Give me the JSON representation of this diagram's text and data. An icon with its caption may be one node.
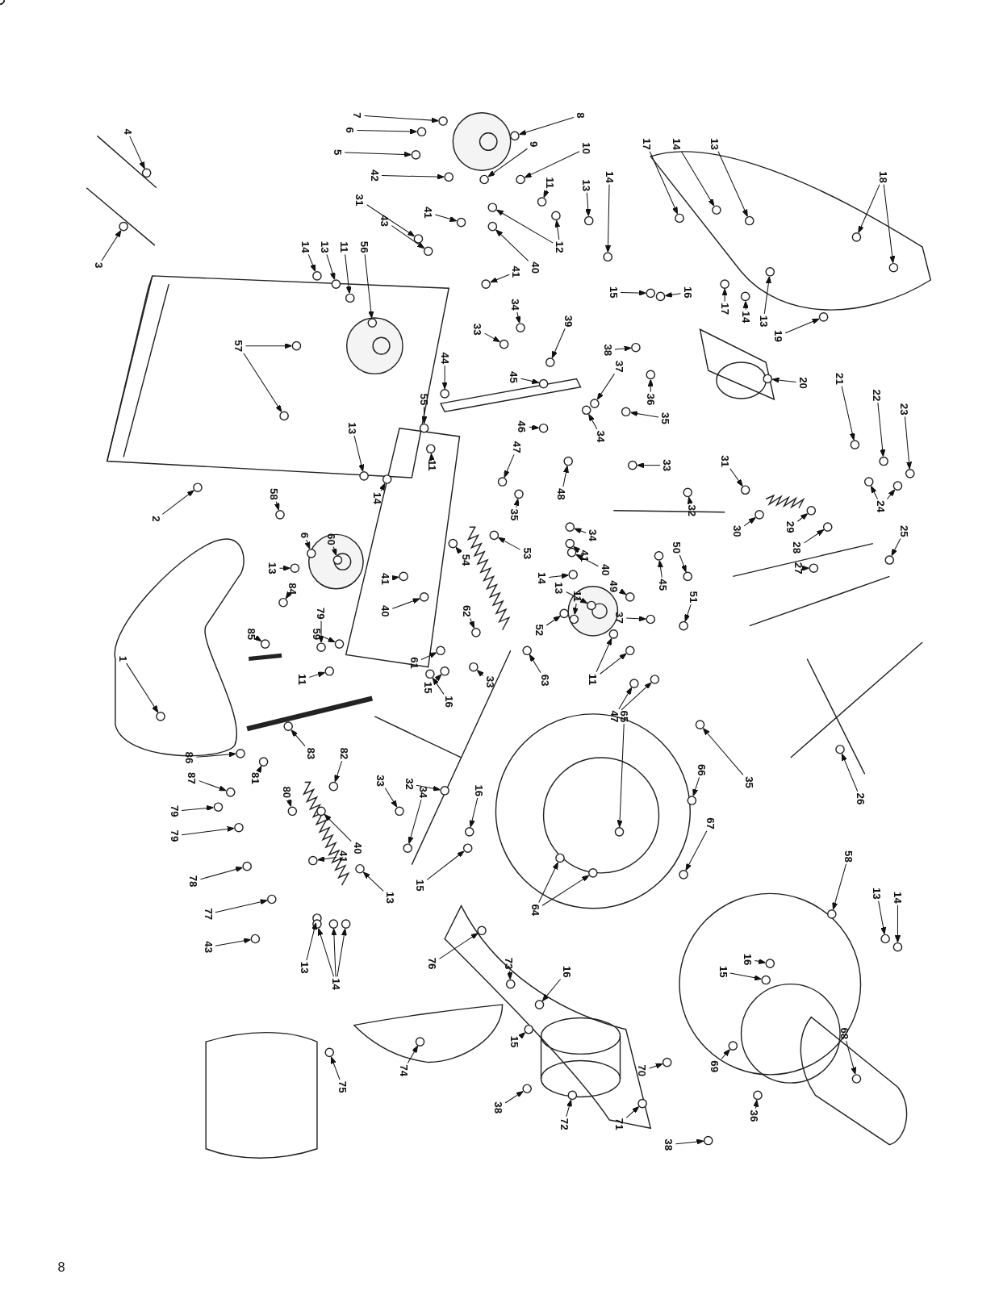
{
  "diagram": {
    "nodes": [
      {
        "text": [
          "1"
        ]
      },
      {
        "text": [
          "2"
        ]
      },
      {
        "text": [
          "3"
        ]
      },
      {
        "text": [
          "4"
        ]
      },
      {
        "text": [
          "5"
        ]
      },
      {
        "text": [
          "6"
        ]
      },
      {
        "text": [
          "7"
        ]
      },
      {
        "text": [
          "8"
        ]
      },
      {
        "text": [
          "9"
        ]
      },
      {
        "text": [
          "10"
        ]
      },
      {
        "text": [
          "11"
        ]
      },
      {
        "text": [
          "12"
        ]
      },
      {
        "text": [
          "13"
        ]
      },
      {
        "text": [
          "14"
        ]
      },
      {
        "text": [
          "17"
        ]
      },
      {
        "text": [
          "14"
        ]
      },
      {
        "text": [
          "13"
        ]
      },
      {
        "text": [
          "18"
        ]
      },
      {
        "text": [
          "31"
        ]
      },
      {
        "text": [
          "42"
        ]
      },
      {
        "text": [
          "43"
        ]
      },
      {
        "text": [
          "41"
        ]
      },
      {
        "text": [
          "41"
        ]
      },
      {
        "text": [
          "40"
        ]
      },
      {
        "text": [
          "14"
        ]
      },
      {
        "text": [
          "13"
        ]
      },
      {
        "text": [
          "11"
        ]
      },
      {
        "text": [
          "56"
        ]
      },
      {
        "text": [
          "57"
        ]
      },
      {
        "text": [
          "33"
        ]
      },
      {
        "text": [
          "34"
        ]
      },
      {
        "text": [
          "39"
        ]
      },
      {
        "text": [
          "38"
        ]
      },
      {
        "text": [
          "36"
        ]
      },
      {
        "text": [
          "35"
        ]
      },
      {
        "text": [
          "37"
        ]
      },
      {
        "text": [
          "45"
        ]
      },
      {
        "text": [
          "44"
        ]
      },
      {
        "text": [
          "46"
        ]
      },
      {
        "text": [
          "55"
        ]
      },
      {
        "text": [
          "11"
        ]
      },
      {
        "text": [
          "13"
        ]
      },
      {
        "text": [
          "14"
        ]
      },
      {
        "text": [
          "15"
        ]
      },
      {
        "text": [
          "16"
        ]
      },
      {
        "text": [
          "17"
        ]
      },
      {
        "text": [
          "14"
        ]
      },
      {
        "text": [
          "13"
        ]
      },
      {
        "text": [
          "19"
        ]
      },
      {
        "text": [
          "20"
        ]
      },
      {
        "text": [
          "21"
        ]
      },
      {
        "text": [
          "22"
        ]
      },
      {
        "text": [
          "23"
        ]
      },
      {
        "text": [
          "24"
        ]
      },
      {
        "text": [
          "25"
        ]
      },
      {
        "text": [
          "26"
        ]
      },
      {
        "text": [
          "33"
        ]
      },
      {
        "text": [
          "32"
        ]
      },
      {
        "text": [
          "31"
        ]
      },
      {
        "text": [
          "30"
        ]
      },
      {
        "text": [
          "29"
        ]
      },
      {
        "text": [
          "28"
        ]
      },
      {
        "text": [
          "27"
        ]
      },
      {
        "text": [
          "34"
        ]
      },
      {
        "text": [
          "47"
        ]
      },
      {
        "text": [
          "35"
        ]
      },
      {
        "text": [
          "53"
        ]
      },
      {
        "text": [
          "54"
        ]
      },
      {
        "text": [
          "48"
        ]
      },
      {
        "text": [
          "34"
        ]
      },
      {
        "text": [
          "41"
        ]
      },
      {
        "text": [
          "40"
        ]
      },
      {
        "text": [
          "49"
        ]
      },
      {
        "text": [
          "45"
        ]
      },
      {
        "text": [
          "50"
        ]
      },
      {
        "text": [
          "51"
        ]
      },
      {
        "text": [
          "37"
        ]
      },
      {
        "text": [
          "52"
        ]
      },
      {
        "text": [
          "11"
        ]
      },
      {
        "text": [
          "47"
        ]
      },
      {
        "text": [
          "35"
        ]
      },
      {
        "text": [
          "63"
        ]
      },
      {
        "text": [
          "62"
        ]
      },
      {
        "text": [
          "61"
        ]
      },
      {
        "text": [
          "15"
        ]
      },
      {
        "text": [
          "16"
        ]
      },
      {
        "text": [
          "33"
        ]
      },
      {
        "text": [
          "14"
        ]
      },
      {
        "text": [
          "13"
        ]
      },
      {
        "text": [
          "11"
        ]
      },
      {
        "text": [
          "40"
        ]
      },
      {
        "text": [
          "41"
        ]
      },
      {
        "text": [
          "6"
        ]
      },
      {
        "text": [
          "58"
        ]
      },
      {
        "text": [
          "60"
        ]
      },
      {
        "text": [
          "13"
        ]
      },
      {
        "text": [
          "59"
        ]
      },
      {
        "text": [
          "84"
        ]
      },
      {
        "text": [
          "79"
        ]
      },
      {
        "text": [
          "85"
        ]
      },
      {
        "text": [
          "11"
        ]
      },
      {
        "text": [
          "83"
        ]
      },
      {
        "text": [
          "82"
        ]
      },
      {
        "text": [
          "86"
        ]
      },
      {
        "text": [
          "87"
        ]
      },
      {
        "text": [
          "81"
        ]
      },
      {
        "text": [
          "80"
        ]
      },
      {
        "text": [
          "79"
        ]
      },
      {
        "text": [
          "79"
        ]
      },
      {
        "text": [
          "40"
        ]
      },
      {
        "text": [
          "41"
        ]
      },
      {
        "text": [
          "13"
        ]
      },
      {
        "text": [
          "78"
        ]
      },
      {
        "text": [
          "77"
        ]
      },
      {
        "text": [
          "43"
        ]
      },
      {
        "text": [
          "13"
        ]
      },
      {
        "text": [
          "14"
        ]
      },
      {
        "text": [
          "33"
        ]
      },
      {
        "text": [
          "32"
        ]
      },
      {
        "text": [
          "34"
        ]
      },
      {
        "text": [
          "16"
        ]
      },
      {
        "text": [
          "15"
        ]
      },
      {
        "text": [
          "76"
        ]
      },
      {
        "text": [
          "65"
        ]
      },
      {
        "text": [
          "66"
        ]
      },
      {
        "text": [
          "67"
        ]
      },
      {
        "text": [
          "64"
        ]
      },
      {
        "text": [
          "73"
        ]
      },
      {
        "text": [
          "16"
        ]
      },
      {
        "text": [
          "15"
        ]
      },
      {
        "text": [
          "74"
        ]
      },
      {
        "text": [
          "75"
        ]
      },
      {
        "text": [
          "38"
        ]
      },
      {
        "text": [
          "72"
        ]
      },
      {
        "text": [
          "71"
        ]
      },
      {
        "text": [
          "70"
        ]
      },
      {
        "text": [
          "69"
        ]
      },
      {
        "text": [
          "38"
        ]
      },
      {
        "text": [
          "36"
        ]
      },
      {
        "text": [
          "68"
        ]
      },
      {
        "text": [
          "15"
        ]
      },
      {
        "text": [
          "16"
        ]
      },
      {
        "text": [
          "58"
        ]
      },
      {
        "text": [
          "13"
        ]
      },
      {
        "text": [
          "14"
        ]
      },
      {
        "text": [],
        "shape": "circle"
      },
      {
        "text": [],
        "shape": "circle"
      },
      {
        "text": [],
        "shape": "circle"
      },
      {
        "text": [],
        "shape": "circle"
      },
      {
        "text": [],
        "shape": "circle"
      },
      {
        "text": [],
        "shape": "circle"
      },
      {
        "text": [],
        "shape": "circle"
      },
      {
        "text": [],
        "shape": "circle"
      },
      {
        "text": [],
        "shape": "circle"
      },
      {
        "text": [],
        "shape": "circle"
      },
      {
        "text": [],
        "shape": "circle"
      },
      {
        "text": [],
        "shape": "circle"
      },
      {
        "text": [],
        "shape": "circle"
      },
      {
        "text": [],
        "shape": "circle"
      },
      {
        "text": [],
        "shape": "circle"
      },
      {
        "text": [],
        "shape": "circle"
      },
      {
        "text": [],
        "shape": "circle"
      },
      {
        "text": [],
        "shape": "circle"
      },
      {
        "text": [],
        "shape": "circle"
      },
      {
        "text": [],
        "shape": "circle"
      },
      {
        "text": [],
        "shape": "circle"
      },
      {
        "text": [],
        "shape": "circle"
      },
      {
        "text": [],
        "shape": "circle"
      },
      {
        "text": [],
        "shape": "circle"
      },
      {
        "text": [],
        "shape": "circle"
      },
      {
        "text": [],
        "shape": "circle"
      },
      {
        "text": [],
        "shape": "circle"
      },
      {
        "text": [],
        "shape": "circle"
      },
      {
        "text": [],
        "shape": "circle"
      },
      {
        "text": [],
        "shape": "circle"
      },
      {
        "text": [],
        "shape": "circle"
      },
      {
        "text": [],
        "shape": "circle"
      },
      {
        "text": [],
        "shape": "circle"
      },
      {
        "text": [],
        "shape": "circle"
      },
      {
        "text": [],
        "shape": "circle"
      },
      {
        "text": [],
        "shape": "circle"
      },
      {
        "text": [],
        "shape": "circle"
      },
      {
        "text": [],
        "shape": "circle"
      },
      {
        "text": [],
        "shape": "circle"
      },
      {
        "text": [],
        "shape": "circle"
      },
      {
        "text": [],
        "shape": "circle"
      },
      {
        "text": [],
        "shape": "circle"
      },
      {
        "text": [],
        "shape": "circle"
      },
      {
        "text": [],
        "shape": "circle"
      },
      {
        "text": [],
        "shape": "circle"
      },
      {
        "text": [],
        "shape": "circle"
      },
      {
        "text": [],
        "shape": "circle"
      },
      {
        "text": [],
        "shape": "circle"
      },
      {
        "text": [],
        "shape": "circle"
      },
      {
        "text": [],
        "shape": "circle"
      },
      {
        "text": [],
        "shape": "circle"
      },
      {
        "text": [],
        "shape": "circle"
      },
      {
        "text": [],
        "shape": "circle"
      },
      {
        "text": [],
        "shape": "circle"
      },
      {
        "text": [],
        "shape": "circle"
      },
      {
        "text": [],
        "shape": "circle"
      },
      {
        "text": [],
        "shape": "circle"
      },
      {
        "text": [],
        "shape": "circle"
      },
      {
        "text": [],
        "shape": "circle"
      },
      {
        "text": [],
        "shape": "circle"
      },
      {
        "text": [],
        "shape": "circle"
      },
      {
        "text": [],
        "shape": "circle"
      },
      {
        "text": [],
        "shape": "circle"
      },
      {
        "text": [],
        "shape": "circle"
      },
      {
        "text": [],
        "shape": "circle"
      },
      {
        "text": [],
        "shape": "circle"
      },
      {
        "text": [],
        "shape": "circle"
      },
      {
        "text": [],
        "shape": "circle"
      },
      {
        "text": [],
        "shape": "circle"
      },
      {
        "text": [],
        "shape": "circle"
      },
      {
        "text": [],
        "shape": "circle"
      },
      {
        "text": [],
        "shape": "circle"
      },
      {
        "text": [],
        "shape": "circle"
      },
      {
        "text": [],
        "shape": "circle"
      },
      {
        "text": [],
        "shape": "circle"
      },
      {
        "text": [],
        "shape": "circle"
      },
      {
        "text": [],
        "shape": "circle"
      },
      {
        "text": [],
        "shape": "circle"
      },
      {
        "text": [],
        "shape": "circle"
      },
      {
        "text": [],
        "shape": "circle"
      },
      {
        "text": [],
        "shape": "circle"
      },
      {
        "text": [],
        "shape": "circle"
      },
      {
        "text": [],
        "shape": "circle"
      },
      {
        "text": [],
        "shape": "circle"
      },
      {
        "text": [],
        "shape": "circle"
      },
      {
        "text": [],
        "shape": "circle"
      },
      {
        "text": [],
        "shape": "circle"
      },
      {
        "text": [],
        "shape": "circle"
      },
      {
        "text": [],
        "shape": "circle"
      },
      {
        "text": [],
        "shape": "circle"
      },
      {
        "text": [],
        "shape": "circle"
      },
      {
        "text": [],
        "shape": "circle"
      },
      {
        "text": [],
        "shape": "circle"
      },
      {
        "text": [],
        "shape": "circle"
      },
      {
        "text": [],
        "shape": "circle"
      },
      {
        "text": [],
        "shape": "circle"
      },
      {
        "text": [],
        "shape": "circle"
      },
      {
        "text": [],
        "shape": "circle"
      },
      {
        "text": [],
        "shape": "circle"
      },
      {
        "text": [],
        "shape": "circle"
      },
      {
        "text": [],
        "shape": "circle"
      },
      {
        "text": [],
        "shape": "circle"
      },
      {
        "text": [],
        "shape": "circle"
      },
      {
        "text": [],
        "shape": "circle"
      },
      {
        "text": [],
        "shape": "circle"
      },
      {
        "text": [],
        "shape": "circle"
      },
      {
        "text": [],
        "shape": "circle"
      },
      {
        "text": [],
        "shape": "circle"
      },
      {
        "text": [],
        "shape": "circle"
      },
      {
        "text": [],
        "shape": "circle"
      },
      {
        "text": [],
        "shape": "circle"
      },
      {
        "text": [],
        "shape": "circle"
      },
      {
        "text": [],
        "shape": "circle"
      },
      {
        "text": [],
        "shape": "circle"
      },
      {
        "text": [],
        "shape": "circle"
      },
      {
        "text": [],
        "shape": "circle"
      },
      {
        "text": [],
        "shape": "circle"
      },
      {
        "text": [],
        "shape": "circle"
      },
      {
        "text": [],
        "shape": "circle"
      },
      {
        "text": [],
        "shape": "circle"
      },
      {
        "text": [],
        "shape": "circle"
      },
      {
        "text": [],
        "shape": "circle"
      },
      {
        "text": [],
        "shape": "circle"
      },
      {
        "text": [],
        "shape": "circle"
      },
      {
        "text": [],
        "shape": "circle"
      },
      {
        "text": [],
        "shape": "circle"
      },
      {
        "text": [],
        "shape": "circle"
      },
      {
        "text": [],
        "shape": "circle"
      },
      {
        "text": [],
        "shape": "circle"
      },
      {
        "text": [],
        "shape": "circle"
      },
      {
        "text": [],
        "shape": "circle"
      },
      {
        "text": [],
        "shape": "circle"
      },
      {
        "text": [],
        "shape": "circle"
      },
      {
        "text": [],
        "shape": "circle"
      },
      {
        "text": [],
        "shape": "circle"
      },
      {
        "text": [],
        "shape": "circle"
      },
      {
        "text": [],
        "shape": "circle"
      },
      {
        "text": [],
        "shape": "circle"
      },
      {
        "text": [],
        "shape": "circle"
      },
      {
        "text": [],
        "shape": "circle"
      },
      {
        "text": [],
        "shape": "circle"
      },
      {
        "text": [],
        "shape": "circle"
      },
      {
        "text": [],
        "shape": "circle"
      },
      {
        "text": [],
        "shape": "circle"
      },
      {
        "text": [],
        "shape": "circle"
      },
      {
        "text": [],
        "shape": "circle"
      },
      {
        "text": [],
        "shape": "circle"
      },
      {
        "text": [],
        "shape": "circle"
      },
      {
        "text": [],
        "shape": "circle"
      },
      {
        "text": [],
        "shape": "circle"
      },
      {
        "text": [],
        "shape": "circle"
      },
      {
        "text": [],
        "shape": "circle"
      },
      {
        "text": [],
        "shape": "circle"
      },
      {
        "text": [],
        "shape": "circle"
      },
      {
        "text": [],
        "shape": "circle"
      },
      {
        "text": [],
        "shape": "circle"
      },
      {
        "text": [],
        "shape": "circle"
      },
      {
        "text": [],
        "shape": "circle"
      },
      {
        "text": [],
        "shape": "circle"
      },
      {
        "text": [],
        "shape": "circle"
      },
      {
        "text": [],
        "shape": "circle"
      },
      {
        "text": [],
        "shape": "circle"
      },
      {
        "text": [],
        "shape": "circle"
      },
      {
        "text": [],
        "shape": "circle"
      }
    ],
    "edges": [
      {
        "from": 0,
        "to": 145,
        "arrow": "to"
      },
      {
        "from": 1,
        "to": 146,
        "arrow": "to"
      },
      {
        "from": 2,
        "to": 147,
        "arrow": "to"
      },
      {
        "from": 3,
        "to": 148,
        "arrow": "to"
      },
      {
        "from": 4,
        "to": 149,
        "arrow": "to"
      },
      {
        "from": 5,
        "to": 150,
        "arrow": "to"
      },
      {
        "from": 6,
        "to": 151,
        "arrow": "to"
      },
      {
        "from": 7,
        "to": 152,
        "arrow": "to"
      },
      {
        "from": 8,
        "to": 153,
        "arrow": "to"
      },
      {
        "from": 9,
        "to": 154,
        "arrow": "to"
      },
      {
        "from": 10,
        "to": 155,
        "arrow": "to"
      },
      {
        "from": 11,
        "to": 156,
        "arrow": "to"
      },
      {
        "from": 11,
        "to": 157,
        "arrow": "to"
      },
      {
        "from": 12,
        "to": 158,
        "arrow": "to"
      },
      {
        "from": 13,
        "to": 159,
        "arrow": "to"
      },
      {
        "from": 14,
        "to": 160,
        "arrow": "to"
      },
      {
        "from": 15,
        "to": 161,
        "arrow": "to"
      },
      {
        "from": 16,
        "to": 162,
        "arrow": "to"
      },
      {
        "from": 17,
        "to": 163,
        "arrow": "to"
      },
      {
        "from": 17,
        "to": 164,
        "arrow": "to"
      },
      {
        "from": 18,
        "to": 165,
        "arrow": "to"
      },
      {
        "from": 19,
        "to": 166,
        "arrow": "to"
      },
      {
        "from": 20,
        "to": 167,
        "arrow": "to"
      },
      {
        "from": 21,
        "to": 168,
        "arrow": "to"
      },
      {
        "from": 22,
        "to": 169,
        "arrow": "to"
      },
      {
        "from": 23,
        "to": 170,
        "arrow": "to"
      },
      {
        "from": 24,
        "to": 171,
        "arrow": "to"
      },
      {
        "from": 25,
        "to": 172,
        "arrow": "to"
      },
      {
        "from": 26,
        "to": 173,
        "arrow": "to"
      },
      {
        "from": 27,
        "to": 174,
        "arrow": "to"
      },
      {
        "from": 28,
        "to": 175,
        "arrow": "to"
      },
      {
        "from": 28,
        "to": 176,
        "arrow": "to"
      },
      {
        "from": 29,
        "to": 177,
        "arrow": "to"
      },
      {
        "from": 30,
        "to": 178,
        "arrow": "to"
      },
      {
        "from": 31,
        "to": 179,
        "arrow": "to"
      },
      {
        "from": 32,
        "to": 180,
        "arrow": "to"
      },
      {
        "from": 33,
        "to": 181,
        "arrow": "to"
      },
      {
        "from": 34,
        "to": 182,
        "arrow": "to"
      },
      {
        "from": 35,
        "to": 183,
        "arrow": "to"
      },
      {
        "from": 36,
        "to": 184,
        "arrow": "to"
      },
      {
        "from": 37,
        "to": 185,
        "arrow": "to"
      },
      {
        "from": 38,
        "to": 186,
        "arrow": "to"
      },
      {
        "from": 39,
        "to": 187,
        "arrow": "to"
      },
      {
        "from": 40,
        "to": 188,
        "arrow": "to"
      },
      {
        "from": 41,
        "to": 189,
        "arrow": "to"
      },
      {
        "from": 42,
        "to": 190,
        "arrow": "to"
      },
      {
        "from": 43,
        "to": 191,
        "arrow": "to"
      },
      {
        "from": 44,
        "to": 192,
        "arrow": "to"
      },
      {
        "from": 45,
        "to": 193,
        "arrow": "to"
      },
      {
        "from": 46,
        "to": 194,
        "arrow": "to"
      },
      {
        "from": 47,
        "to": 195,
        "arrow": "to"
      },
      {
        "from": 48,
        "to": 196,
        "arrow": "to"
      },
      {
        "from": 49,
        "to": 197,
        "arrow": "to"
      },
      {
        "from": 50,
        "to": 198,
        "arrow": "to"
      },
      {
        "from": 51,
        "to": 199,
        "arrow": "to"
      },
      {
        "from": 52,
        "to": 200,
        "arrow": "to"
      },
      {
        "from": 53,
        "to": 201,
        "arrow": "to"
      },
      {
        "from": 53,
        "to": 202,
        "arrow": "to"
      },
      {
        "from": 54,
        "to": 203,
        "arrow": "to"
      },
      {
        "from": 55,
        "to": 204,
        "arrow": "to"
      },
      {
        "from": 56,
        "to": 205,
        "arrow": "to"
      },
      {
        "from": 57,
        "to": 206,
        "arrow": "to"
      },
      {
        "from": 58,
        "to": 207,
        "arrow": "to"
      },
      {
        "from": 59,
        "to": 208,
        "arrow": "to"
      },
      {
        "from": 60,
        "to": 209,
        "arrow": "to"
      },
      {
        "from": 61,
        "to": 210,
        "arrow": "to"
      },
      {
        "from": 62,
        "to": 211,
        "arrow": "to"
      },
      {
        "from": 63,
        "to": 212,
        "arrow": "to"
      },
      {
        "from": 64,
        "to": 213,
        "arrow": "to"
      },
      {
        "from": 65,
        "to": 214,
        "arrow": "to"
      },
      {
        "from": 66,
        "to": 215,
        "arrow": "to"
      },
      {
        "from": 67,
        "to": 216,
        "arrow": "to"
      },
      {
        "from": 68,
        "to": 217,
        "arrow": "to"
      },
      {
        "from": 69,
        "to": 218,
        "arrow": "to"
      },
      {
        "from": 70,
        "to": 219,
        "arrow": "to"
      },
      {
        "from": 71,
        "to": 220,
        "arrow": "to"
      },
      {
        "from": 72,
        "to": 221,
        "arrow": "to"
      },
      {
        "from": 73,
        "to": 222,
        "arrow": "to"
      },
      {
        "from": 74,
        "to": 223,
        "arrow": "to"
      },
      {
        "from": 75,
        "to": 224,
        "arrow": "to"
      },
      {
        "from": 76,
        "to": 225,
        "arrow": "to"
      },
      {
        "from": 77,
        "to": 226,
        "arrow": "to"
      },
      {
        "from": 78,
        "to": 227,
        "arrow": "to"
      },
      {
        "from": 78,
        "to": 228,
        "arrow": "to"
      },
      {
        "from": 79,
        "to": 229,
        "arrow": "to"
      },
      {
        "from": 79,
        "to": 230,
        "arrow": "to"
      },
      {
        "from": 80,
        "to": 231,
        "arrow": "to"
      },
      {
        "from": 81,
        "to": 232,
        "arrow": "to"
      },
      {
        "from": 82,
        "to": 233,
        "arrow": "to"
      },
      {
        "from": 83,
        "to": 234,
        "arrow": "to"
      },
      {
        "from": 84,
        "to": 235,
        "arrow": "to"
      },
      {
        "from": 85,
        "to": 236,
        "arrow": "to"
      },
      {
        "from": 86,
        "to": 237,
        "arrow": "to"
      },
      {
        "from": 87,
        "to": 238,
        "arrow": "to"
      },
      {
        "from": 88,
        "to": 239,
        "arrow": "to"
      },
      {
        "from": 89,
        "to": 240,
        "arrow": "to"
      },
      {
        "from": 90,
        "to": 241,
        "arrow": "to"
      },
      {
        "from": 91,
        "to": 242,
        "arrow": "to"
      },
      {
        "from": 92,
        "to": 243,
        "arrow": "to"
      },
      {
        "from": 93,
        "to": 244,
        "arrow": "to"
      },
      {
        "from": 94,
        "to": 245,
        "arrow": "to"
      },
      {
        "from": 95,
        "to": 246,
        "arrow": "to"
      },
      {
        "from": 96,
        "to": 247,
        "arrow": "to"
      },
      {
        "from": 97,
        "to": 248,
        "arrow": "to"
      },
      {
        "from": 98,
        "to": 249,
        "arrow": "to"
      },
      {
        "from": 99,
        "to": 250,
        "arrow": "to"
      },
      {
        "from": 100,
        "to": 251,
        "arrow": "to"
      },
      {
        "from": 101,
        "to": 252,
        "arrow": "to"
      },
      {
        "from": 102,
        "to": 253,
        "arrow": "to"
      },
      {
        "from": 103,
        "to": 254,
        "arrow": "to"
      },
      {
        "from": 104,
        "to": 255,
        "arrow": "to"
      },
      {
        "from": 105,
        "to": 256,
        "arrow": "to"
      },
      {
        "from": 106,
        "to": 257,
        "arrow": "to"
      },
      {
        "from": 107,
        "to": 258,
        "arrow": "to"
      },
      {
        "from": 108,
        "to": 259,
        "arrow": "to"
      },
      {
        "from": 109,
        "to": 260,
        "arrow": "to"
      },
      {
        "from": 110,
        "to": 261,
        "arrow": "to"
      },
      {
        "from": 111,
        "to": 262,
        "arrow": "to"
      },
      {
        "from": 112,
        "to": 263,
        "arrow": "to"
      },
      {
        "from": 113,
        "to": 264,
        "arrow": "to"
      },
      {
        "from": 114,
        "to": 265,
        "arrow": "to"
      },
      {
        "from": 115,
        "to": 266,
        "arrow": "to"
      },
      {
        "from": 116,
        "to": 267,
        "arrow": "to"
      },
      {
        "from": 116,
        "to": 268,
        "arrow": "to"
      },
      {
        "from": 116,
        "to": 269,
        "arrow": "to"
      },
      {
        "from": 117,
        "to": 270,
        "arrow": "to"
      },
      {
        "from": 118,
        "to": 271,
        "arrow": "to"
      },
      {
        "from": 119,
        "to": 272,
        "arrow": "to"
      },
      {
        "from": 120,
        "to": 273,
        "arrow": "to"
      },
      {
        "from": 121,
        "to": 274,
        "arrow": "to"
      },
      {
        "from": 122,
        "to": 275,
        "arrow": "to"
      },
      {
        "from": 123,
        "to": 276,
        "arrow": "to"
      },
      {
        "from": 124,
        "to": 277,
        "arrow": "to"
      },
      {
        "from": 125,
        "to": 278,
        "arrow": "to"
      },
      {
        "from": 126,
        "to": 279,
        "arrow": "to"
      },
      {
        "from": 126,
        "to": 280,
        "arrow": "to"
      },
      {
        "from": 127,
        "to": 281,
        "arrow": "to"
      },
      {
        "from": 128,
        "to": 282,
        "arrow": "to"
      },
      {
        "from": 129,
        "to": 283,
        "arrow": "to"
      },
      {
        "from": 130,
        "to": 284,
        "arrow": "to"
      },
      {
        "from": 131,
        "to": 285,
        "arrow": "to"
      },
      {
        "from": 132,
        "to": 286,
        "arrow": "to"
      },
      {
        "from": 133,
        "to": 287,
        "arrow": "to"
      },
      {
        "from": 134,
        "to": 288,
        "arrow": "to"
      },
      {
        "from": 135,
        "to": 289,
        "arrow": "to"
      },
      {
        "from": 136,
        "to": 290,
        "arrow": "to"
      },
      {
        "from": 137,
        "to": 291,
        "arrow": "to"
      },
      {
        "from": 138,
        "to": 292,
        "arrow": "to"
      },
      {
        "from": 139,
        "to": 293,
        "arrow": "to"
      },
      {
        "from": 140,
        "to": 294,
        "arrow": "to"
      },
      {
        "from": 141,
        "to": 295,
        "arrow": "to"
      },
      {
        "from": 142,
        "to": 296,
        "arrow": "to"
      },
      {
        "from": 143,
        "to": 297,
        "arrow": "to"
      },
      {
        "from": 144,
        "to": 298,
        "arrow": "to"
      }
    ],
    "labels": [
      "8"
    ]
  }
}
